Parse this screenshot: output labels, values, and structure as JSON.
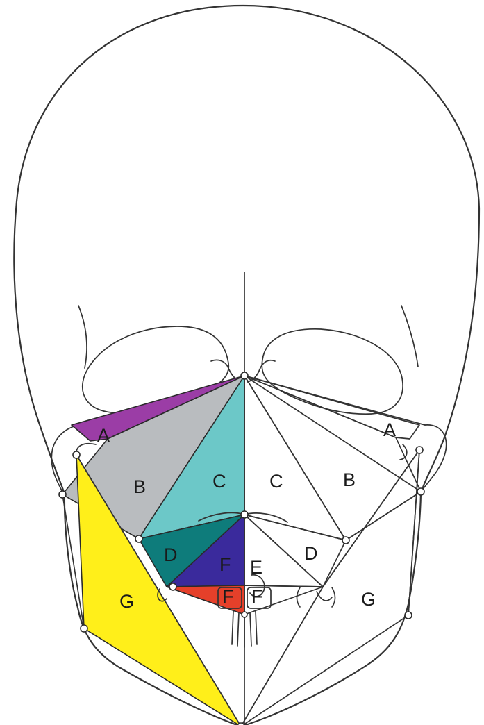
{
  "figure": {
    "regions": [
      {
        "id": "A-left",
        "label": "A",
        "color": "#9B3DA6"
      },
      {
        "id": "B-left",
        "label": "B",
        "color": "#B9BCBF"
      },
      {
        "id": "C-left",
        "label": "C",
        "color": "#6CC8C8"
      },
      {
        "id": "D-left",
        "label": "D",
        "color": "#0E7C7B"
      },
      {
        "id": "F-left-upper",
        "label": "F",
        "color": "#3A2A9C"
      },
      {
        "id": "F-left-lower",
        "label": "F",
        "color": "#E5402A"
      },
      {
        "id": "G-left",
        "label": "G",
        "color": "#FFEF1A"
      },
      {
        "id": "A-right",
        "label": "A",
        "color": "#FFFFFF"
      },
      {
        "id": "B-right",
        "label": "B",
        "color": "#FFFFFF"
      },
      {
        "id": "C-right",
        "label": "C",
        "color": "#FFFFFF"
      },
      {
        "id": "D-right",
        "label": "D",
        "color": "#FFFFFF"
      },
      {
        "id": "E-right",
        "label": "E",
        "color": "#FFFFFF"
      },
      {
        "id": "F-right",
        "label": "F",
        "color": "#FFFFFF"
      },
      {
        "id": "G-right",
        "label": "G",
        "color": "#FFFFFF"
      }
    ],
    "outline_color": "#333333",
    "landmark_style": "open-circle"
  }
}
